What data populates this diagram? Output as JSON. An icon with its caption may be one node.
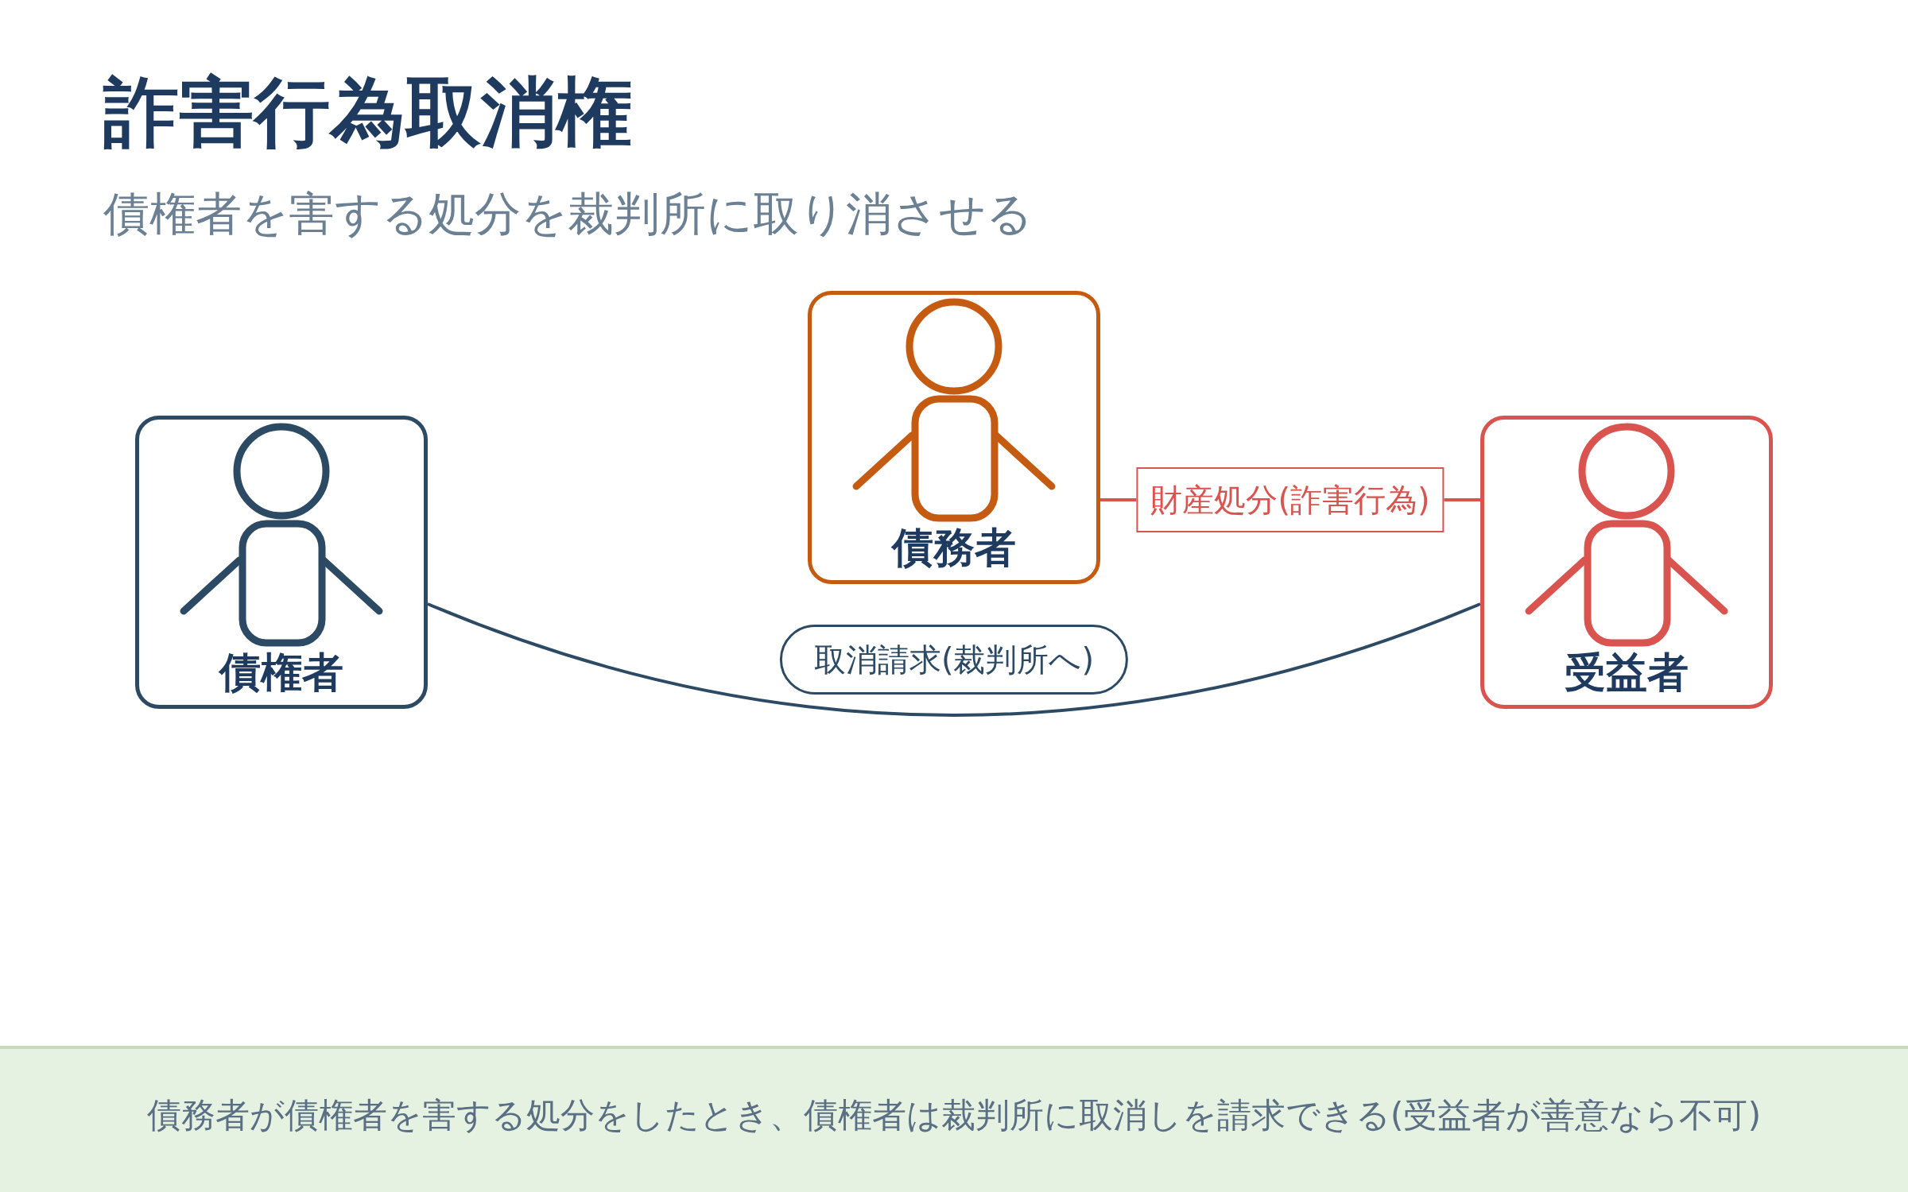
{
  "diagram": {
    "title": "詐害行為取消権",
    "caption": "債務者が債権者を害する処分をしたとき、債権者は裁判所に取消しを請求できる(受益者が善意なら不可)",
    "nodes": [
      {
        "text": [
          "債権者"
        ]
      },
      {
        "text": [
          "債務者"
        ]
      },
      {
        "text": [
          "受益者"
        ]
      }
    ],
    "edges": [
      {
        "from": 0,
        "to": 2,
        "arrow": "none",
        "label": "取消請求(裁判所へ)"
      },
      {
        "from": 1,
        "to": 2,
        "arrow": "none",
        "label": "財産処分(詐害行為)",
        "color": "#d9534f"
      }
    ],
    "labels": [
      "債権者を害する処分を裁判所に取り消させる"
    ]
  }
}
